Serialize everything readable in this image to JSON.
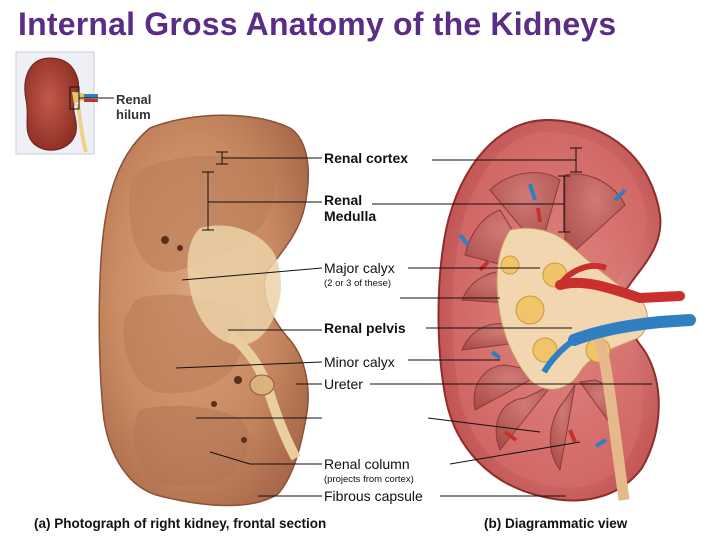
{
  "title": "Internal Gross Anatomy of the Kidneys",
  "inset": {
    "label_line1": "Renal",
    "label_line2": "hilum"
  },
  "labels": {
    "renal_cortex": "Renal cortex",
    "renal_medulla_line1": "Renal",
    "renal_medulla_line2": "Medulla",
    "major_calyx": "Major calyx",
    "major_calyx_note": "(2 or 3 of these)",
    "renal_pelvis": "Renal pelvis",
    "minor_calyx": "Minor calyx",
    "ureter": "Ureter",
    "renal_column": "Renal column",
    "renal_column_note": "(projects from cortex)",
    "fibrous_capsule": "Fibrous capsule"
  },
  "captions": {
    "a": "(a) Photograph of right kidney, frontal section",
    "b": "(b) Diagrammatic view"
  },
  "colors": {
    "title": "#5a2d86",
    "photo_tissue": "#c98a62",
    "cortex": "#c85c5c",
    "artery": "#c9302c",
    "vein": "#2f7fc2",
    "fat": "#f1c46a"
  }
}
